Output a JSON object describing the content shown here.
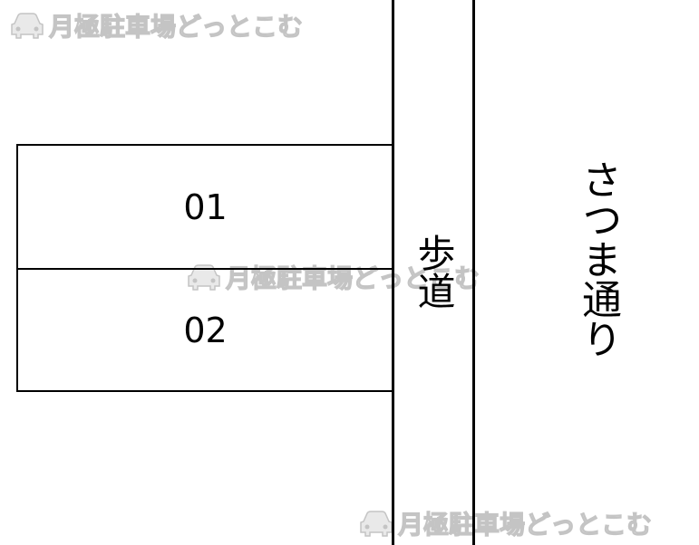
{
  "parking_spaces": [
    {
      "label": "01"
    },
    {
      "label": "02"
    }
  ],
  "sidewalk_label": "歩道",
  "street_label": "さつま通り",
  "watermark": {
    "text": "月極駐車場どっとこむ",
    "icon": "car-icon"
  },
  "colors": {
    "line": "#000000",
    "background": "#ffffff",
    "watermark": "#9a9a9a"
  }
}
